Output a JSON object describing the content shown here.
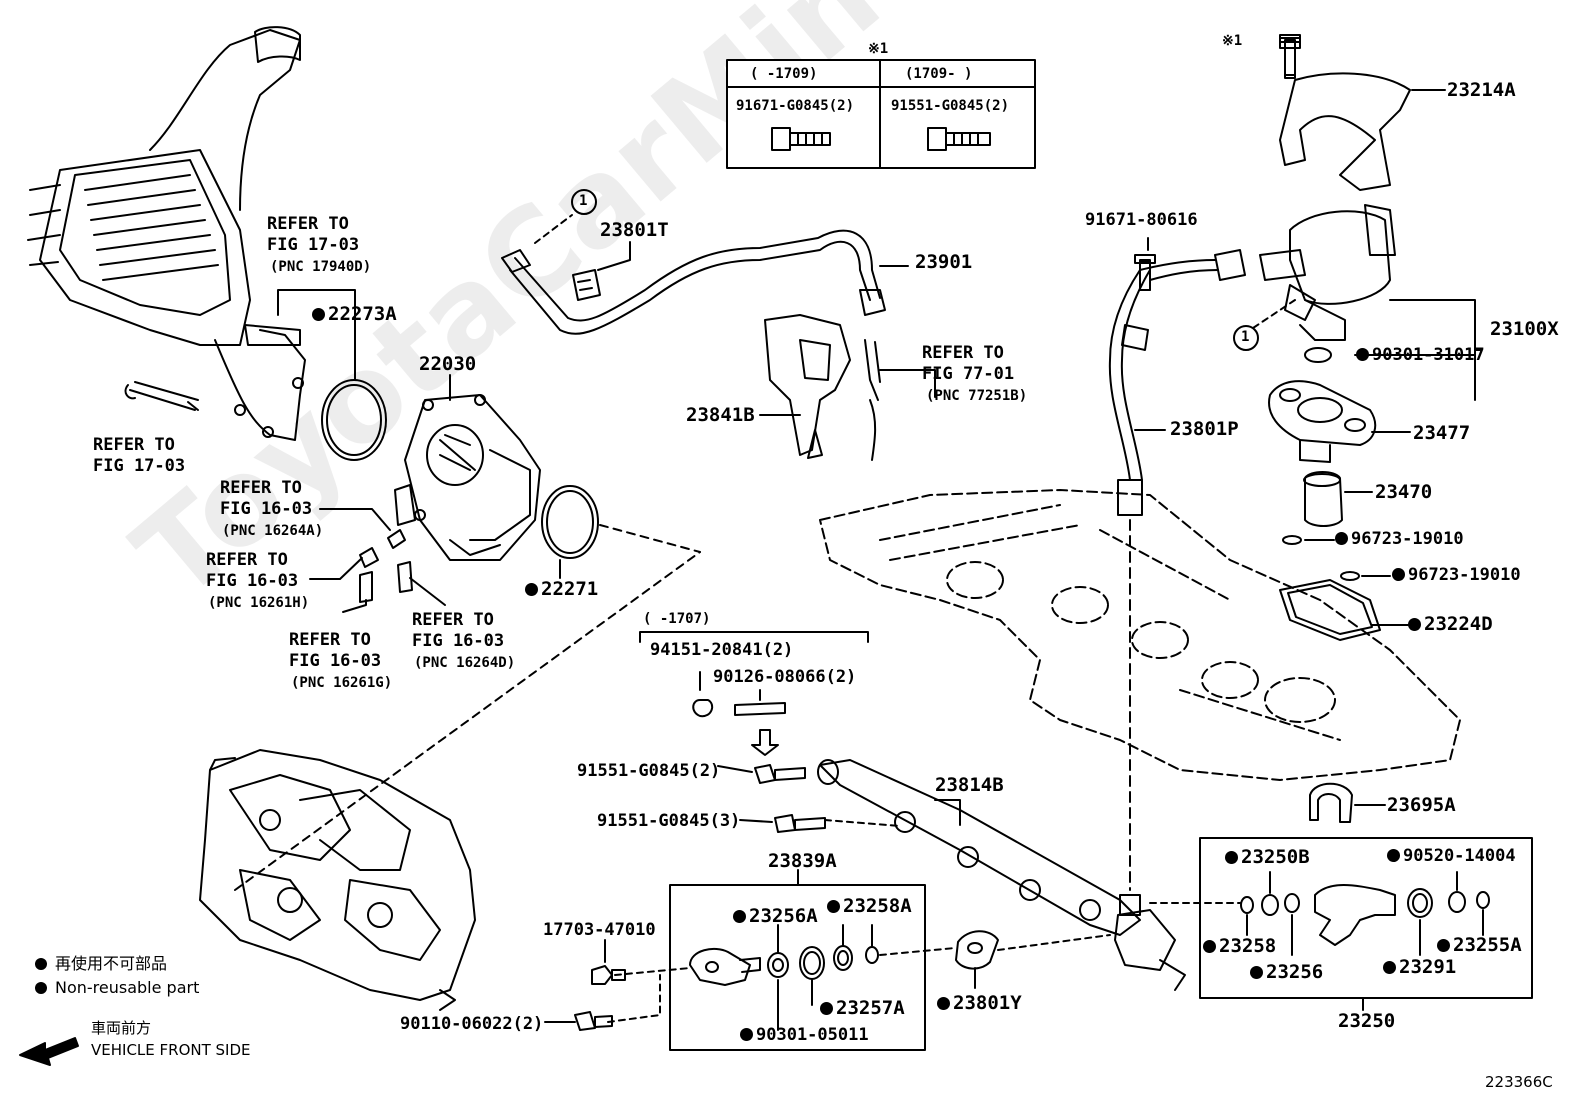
{
  "watermark": "ToyotaCarMine.ru",
  "figure_code": "223366C",
  "legend": {
    "nonreusable_jp": "再使用不可部品",
    "nonreusable_en": "Non-reusable part",
    "front_jp": "車両前方",
    "front_en": "VEHICLE FRONT SIDE"
  },
  "note_mark": "※1",
  "bolt_table": {
    "col1_range": "(    -1709)",
    "col2_range": "(1709-     )",
    "col1_part": "91671-G0845(2)",
    "col2_part": "91551-G0845(2)"
  },
  "callout_1": "1",
  "labels": {
    "p23214A": "23214A",
    "p23801T": "23801T",
    "p23901": "23901",
    "p91671_80616": "91671-80616",
    "p23100X": "23100X",
    "p90301_31017": "90301-31017",
    "p23477": "23477",
    "p23470": "23470",
    "p96723_19010a": "96723-19010",
    "p96723_19010b": "96723-19010",
    "p23224D": "23224D",
    "p23801P": "23801P",
    "p23841B": "23841B",
    "ref_77_01_a": "REFER TO",
    "ref_77_01_b": "FIG 77-01",
    "ref_77_01_c": "(PNC 77251B)",
    "ref_17_03a_a": "REFER TO",
    "ref_17_03a_b": "FIG 17-03",
    "ref_17_03a_c": "(PNC 17940D)",
    "p22273A": "22273A",
    "p22030": "22030",
    "ref_17_03b_a": "REFER TO",
    "ref_17_03b_b": "FIG 17-03",
    "ref_16264A_a": "REFER TO",
    "ref_16264A_b": "FIG 16-03",
    "ref_16264A_c": "(PNC 16264A)",
    "ref_16261H_a": "REFER TO",
    "ref_16261H_b": "FIG 16-03",
    "ref_16261H_c": "(PNC 16261H)",
    "ref_16261G_a": "REFER TO",
    "ref_16261G_b": "FIG 16-03",
    "ref_16261G_c": "(PNC 16261G)",
    "ref_16264D_a": "REFER TO",
    "ref_16264D_b": "FIG 16-03",
    "ref_16264D_c": "(PNC 16264D)",
    "p22271": "22271",
    "range_1707": "(    -1707)",
    "p94151_20841": "94151-20841(2)",
    "p90126_08066": "90126-08066(2)",
    "p91551_G0845_2": "91551-G0845(2)",
    "p91551_G0845_3": "91551-G0845(3)",
    "p23814B": "23814B",
    "p23695A": "23695A",
    "p23839A": "23839A",
    "p17703_47010": "17703-47010",
    "p23256A": "23256A",
    "p23258A": "23258A",
    "p23257A": "23257A",
    "p90301_05011": "90301-05011",
    "p90110_06022": "90110-06022(2)",
    "p23801Y": "23801Y",
    "p23250B": "23250B",
    "p90520_14004": "90520-14004",
    "p23258": "23258",
    "p23256": "23256",
    "p23291": "23291",
    "p23255A": "23255A",
    "p23250": "23250"
  }
}
